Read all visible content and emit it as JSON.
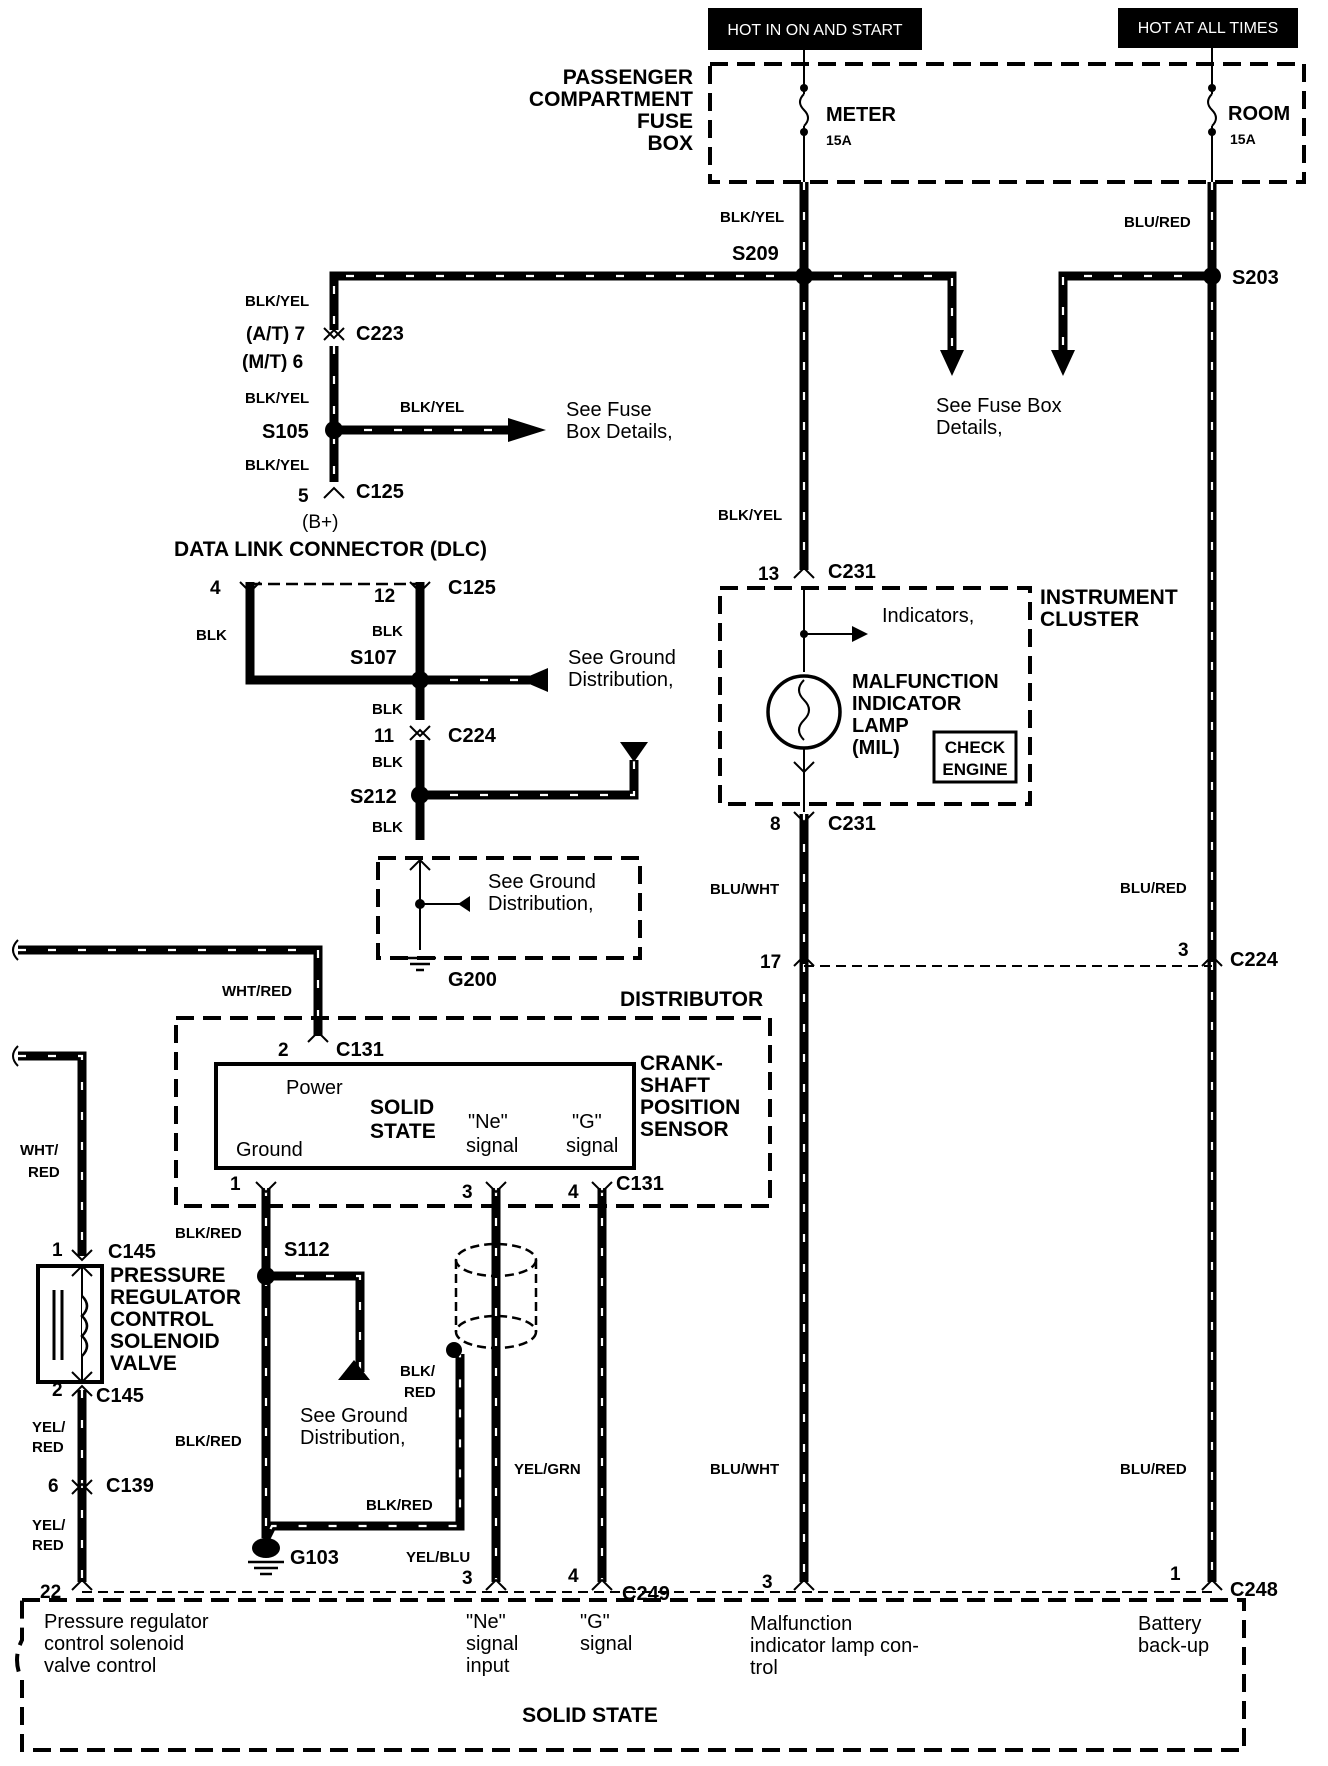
{
  "headers": {
    "hot_on_start": "HOT IN ON AND START",
    "hot_all_times": "HOT AT ALL TIMES"
  },
  "fuse_box": {
    "title1": "PASSENGER",
    "title2": "COMPARTMENT",
    "title3": "FUSE",
    "title4": "BOX",
    "meter_name": "METER",
    "meter_rating": "15A",
    "room_name": "ROOM",
    "room_rating": "15A"
  },
  "wires": {
    "blk_yel": "BLK/YEL",
    "blu_red": "BLU/RED",
    "blk": "BLK",
    "blu_wht": "BLU/WHT",
    "wht_red": "WHT/RED",
    "wht_red_a": "WHT/",
    "wht_red_b": "RED",
    "yel_red_a": "YEL/",
    "yel_red_b": "RED",
    "blk_red": "BLK/RED",
    "blk_red_a": "BLK/",
    "blk_red_b": "RED",
    "yel_grn": "YEL/GRN",
    "yel_blu": "YEL/BLU"
  },
  "splices": {
    "s209": "S209",
    "s203": "S203",
    "s105": "S105",
    "s107": "S107",
    "s212": "S212",
    "s112": "S112"
  },
  "connectors": {
    "c223": "C223",
    "c125": "C125",
    "c231": "C231",
    "c224": "C224",
    "c131": "C131",
    "c145": "C145",
    "c139": "C139",
    "c249": "C249",
    "c248": "C248"
  },
  "pins": {
    "at": "(A/T) 7",
    "mt": "(M/T) 6",
    "p5": "5",
    "p4": "4",
    "p12": "12",
    "p11": "11",
    "p13": "13",
    "p8": "8",
    "p17": "17",
    "p3": "3",
    "p2": "2",
    "p1": "1",
    "p6": "6",
    "p22": "22",
    "p1b": "1"
  },
  "refs": {
    "fuse_a1": "See Fuse",
    "fuse_a2": "Box Details,",
    "fuse_b1": "See Fuse Box",
    "fuse_b2": "Details,",
    "ground1": "See Ground",
    "ground2": "Distribution,"
  },
  "dlc": {
    "bplus": "(B+)",
    "title": "DATA LINK CONNECTOR (DLC)"
  },
  "grounds": {
    "g200": "G200",
    "g103": "G103"
  },
  "cluster": {
    "title1": "INSTRUMENT",
    "title2": "CLUSTER",
    "indicators": "Indicators,",
    "mil1": "MALFUNCTION",
    "mil2": "INDICATOR",
    "mil3": "LAMP",
    "mil4": "(MIL)",
    "check": "CHECK",
    "engine": "ENGINE"
  },
  "distributor": {
    "title": "DISTRIBUTOR",
    "power": "Power",
    "solid": "SOLID",
    "state": "STATE",
    "ground": "Ground",
    "ne1": "\"Ne\"",
    "ne2": "signal",
    "g1": "\"G\"",
    "g2": "signal",
    "ckp1": "CRANK-",
    "ckp2": "SHAFT",
    "ckp3": "POSITION",
    "ckp4": "SENSOR"
  },
  "solenoid": {
    "l1": "PRESSURE",
    "l2": "REGULATOR",
    "l3": "CONTROL",
    "l4": "SOLENOID",
    "l5": "VALVE"
  },
  "ecm": {
    "prc1": "Pressure regulator",
    "prc2": "control solenoid",
    "prc3": "valve  control",
    "ne1": "\"Ne\"",
    "ne2": "signal",
    "ne3": "input",
    "g1": "\"G\"",
    "g2": "signal",
    "mil1": "Malfunction",
    "mil2": "indicator lamp con-",
    "mil3": "trol",
    "bat1": "Battery",
    "bat2": "back-up",
    "title": "SOLID STATE"
  }
}
